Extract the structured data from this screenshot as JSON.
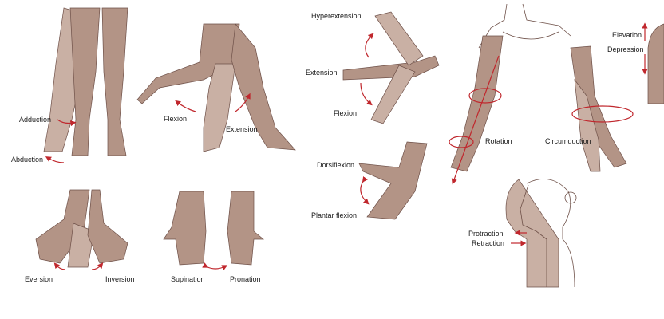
{
  "colors": {
    "skin": "#b39486",
    "skin_light": "#c9b0a4",
    "outline": "#6e5048",
    "arrow": "#c0272d"
  },
  "labels": {
    "adduction": "Adduction",
    "abduction": "Abduction",
    "leg_flexion": "Flexion",
    "leg_extension": "Extension",
    "hyperextension": "Hyperextension",
    "hand_extension": "Extension",
    "hand_flexion": "Flexion",
    "dorsiflexion": "Dorsiflexion",
    "plantar_flexion": "Plantar flexion",
    "rotation": "Rotation",
    "circumduction": "Circumduction",
    "elevation": "Elevation",
    "depression": "Depression",
    "protraction": "Protraction",
    "retraction": "Retraction",
    "eversion": "Eversion",
    "inversion": "Inversion",
    "supination": "Supination",
    "pronation": "Pronation"
  }
}
